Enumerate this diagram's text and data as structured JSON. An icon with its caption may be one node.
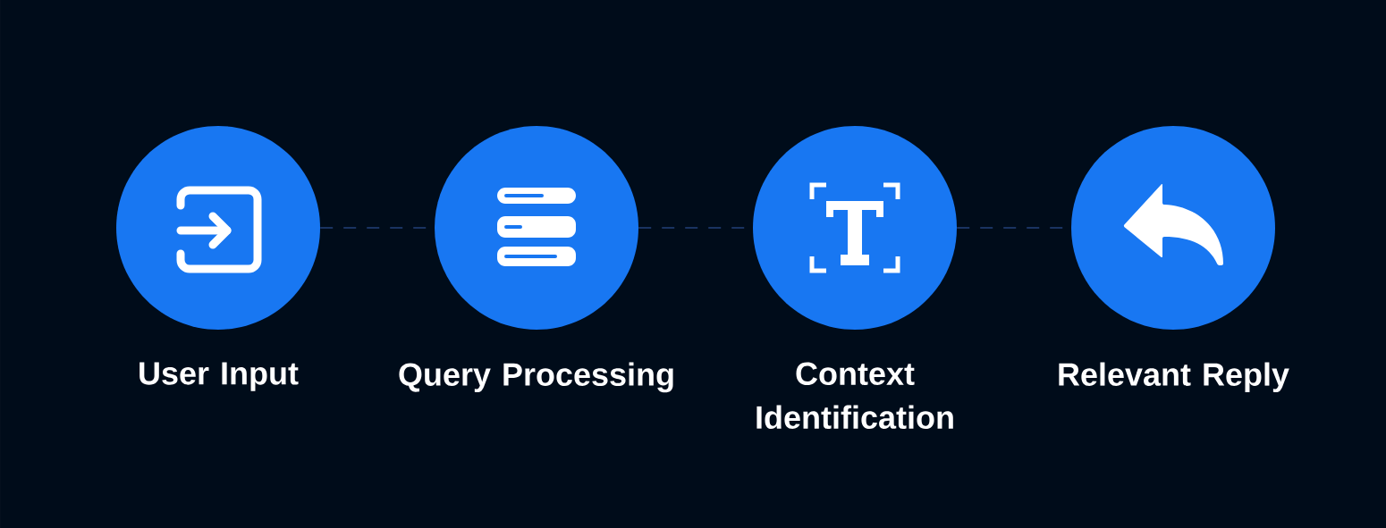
{
  "diagram": {
    "nodes": [
      {
        "text": [
          "User Input"
        ]
      },
      {
        "text": [
          "Query Processing"
        ]
      },
      {
        "text": [
          "Context Identification"
        ]
      },
      {
        "text": [
          "Relevant Reply"
        ]
      }
    ],
    "edges": [
      {
        "from": 0,
        "to": 1,
        "arrow": "none",
        "style": "dashed"
      },
      {
        "from": 1,
        "to": 2,
        "arrow": "none",
        "style": "dashed"
      },
      {
        "from": 2,
        "to": 3,
        "arrow": "none",
        "style": "dashed"
      }
    ]
  }
}
